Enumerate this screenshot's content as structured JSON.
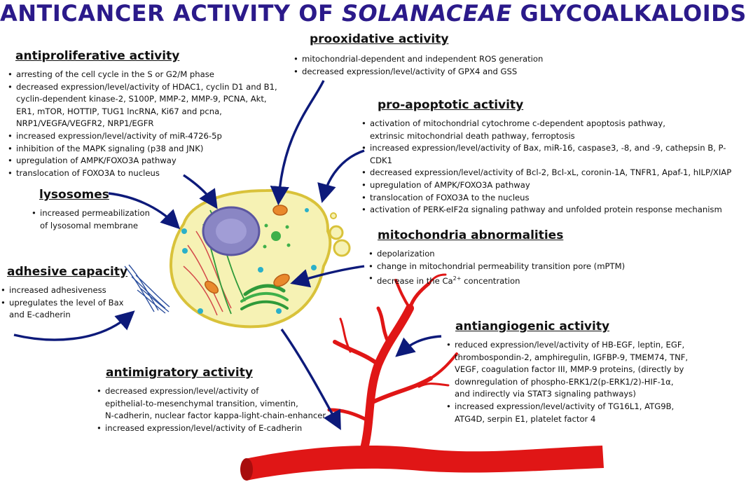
{
  "title": {
    "part1": "ANTICANCER ACTIVITY OF ",
    "part2": "SOLANACEAE",
    "part3": " GLYCOALKALOIDS"
  },
  "sections": {
    "antiproliferative": {
      "heading": "antiproliferative activity",
      "items": [
        "arresting of the cell cycle in the S or G2/M phase",
        "decreased expression/level/activity of HDAC1, cyclin D1 and B1,\ncyclin-dependent kinase-2, S100P, MMP-2, MMP-9, PCNA, Akt,\nER1, mTOR, HOTTIP, TUG1 lncRNA, Ki67 and pcna,\nNRP1/VEGFA/VEGFR2, NRP1/EGFR",
        "increased expression/level/activity of miR-4726-5p",
        "inhibition of the MAPK signaling (p38 and JNK)",
        "upregulation of AMPK/FOXO3A pathway",
        "translocation of FOXO3A to nucleus"
      ]
    },
    "prooxidative": {
      "heading": "prooxidative activity",
      "items": [
        "mitochondrial-dependent and independent ROS generation",
        "decreased expression/level/activity of GPX4 and GSS"
      ]
    },
    "proapoptotic": {
      "heading": "pro-apoptotic activity",
      "items": [
        "activation of mitochondrial cytochrome c-dependent apoptosis pathway,\nextrinsic mitochondrial death pathway, ferroptosis",
        "increased expression/level/activity of Bax, miR-16, caspase3, -8, and -9, cathepsin B, P-CDK1",
        "decreased expression/level/activity of Bcl-2, Bcl-xL, coronin-1A, TNFR1, Apaf-1, hILP/XIAP",
        "upregulation of AMPK/FOXO3A pathway",
        "translocation of FOXO3A to the nucleus",
        "activation of PERK-eIF2α signaling pathway and unfolded protein response mechanism"
      ]
    },
    "lysosomes": {
      "heading": "lysosomes",
      "items": [
        "increased permeabilization\nof lysosomal membrane"
      ]
    },
    "mitochondria": {
      "heading": "mitochondria abnormalities",
      "items": [
        "depolarization",
        "change in mitochondrial permeability transition pore (mPTM)"
      ],
      "calcium": {
        "prefix": "decrease in the Ca",
        "sup": "2+",
        "suffix": " concentration"
      }
    },
    "adhesive": {
      "heading": "adhesive capacity",
      "items": [
        "increased adhesiveness",
        "upregulates the level of Bax\nand E-cadherin"
      ]
    },
    "antiangiogenic": {
      "heading": "antiangiogenic activity",
      "items": [
        "reduced expression/level/activity of HB-EGF, leptin, EGF,\nthrombospondin-2, amphiregulin, IGFBP-9, TMEM74, TNF,\nVEGF, coagulation factor III, MMP-9 proteins, (directly by\ndownregulation of phospho-ERK1/2(p-ERK1/2)-HIF-1α,\nand indirectly via STAT3 signaling pathways)",
        "increased expression/level/activity of TG16L1, ATG9B,\nATG4D, serpin E1, platelet factor 4"
      ]
    },
    "antimigratory": {
      "heading": "antimigratory activity",
      "items": [
        "decreased expression/level/activity of\nepithelial-to-mesenchymal transition, vimentin,\nN-cadherin, nuclear factor kappa-light-chain-enhancer",
        "increased expression/level/activity of E-cadherin"
      ]
    }
  },
  "colors": {
    "title": "#2b1a8a",
    "arrow": "#0d1a7a",
    "cell_fill": "#f6f2b4",
    "cell_stroke": "#d9c23a",
    "nucleus": "#8a86c4",
    "vessel": "#e01616"
  }
}
